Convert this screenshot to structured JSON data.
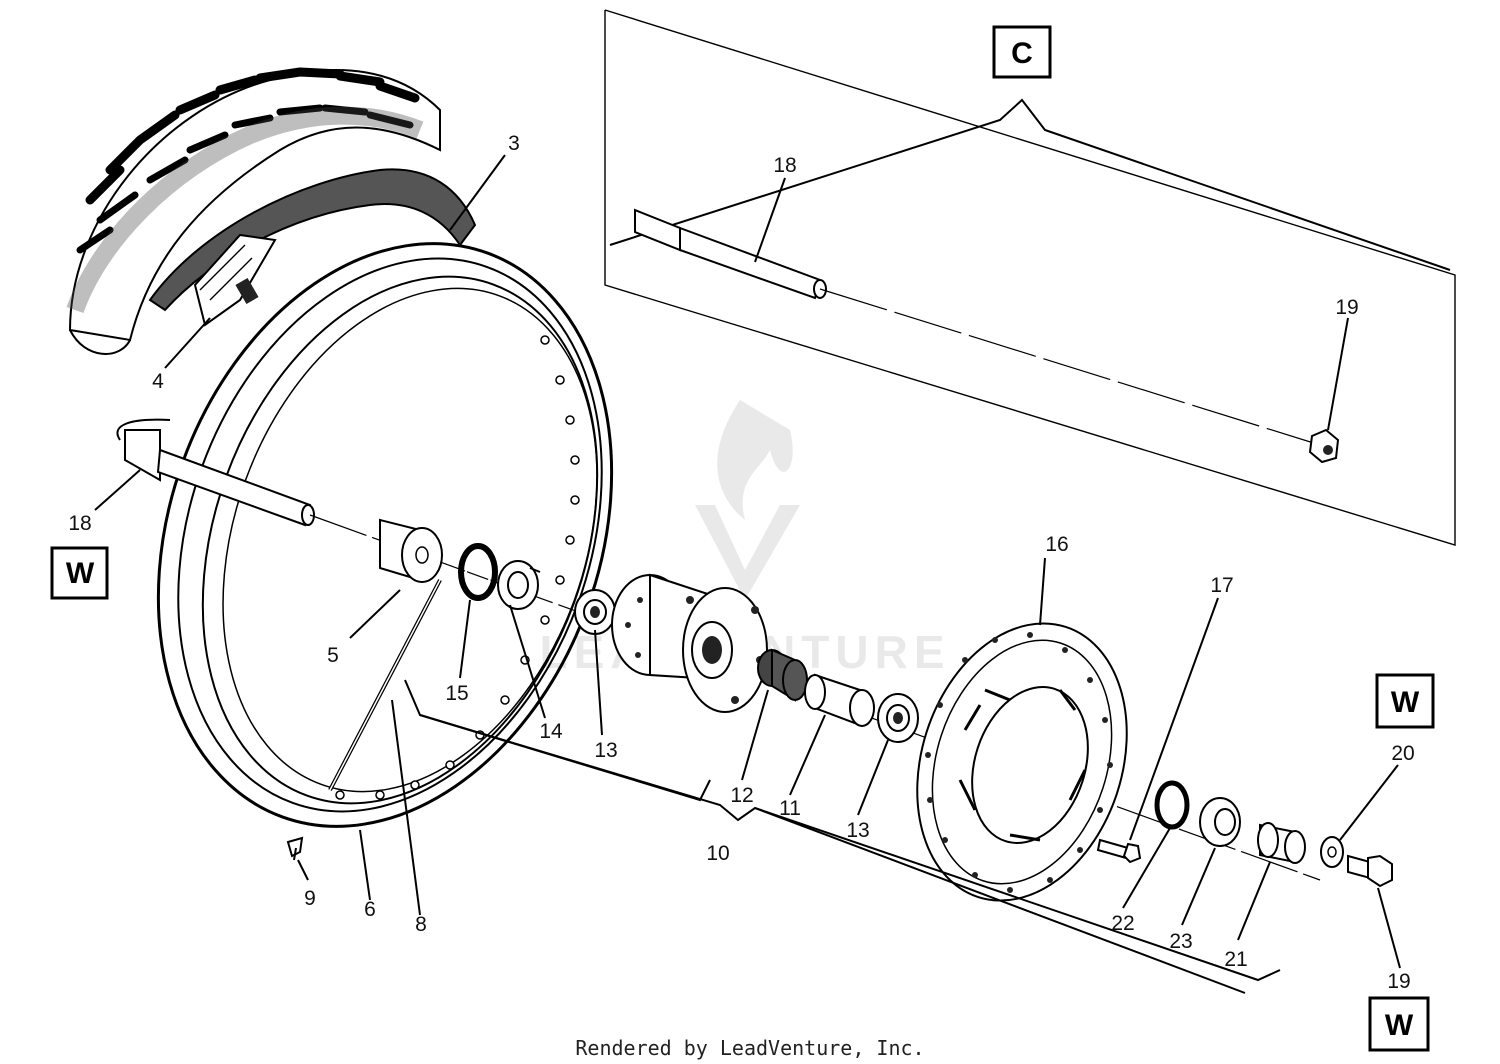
{
  "diagram": {
    "footer": "Rendered by LeadVenture, Inc.",
    "watermark": "LEADVENTURE",
    "boxes": [
      {
        "id": "C",
        "label": "C"
      },
      {
        "id": "W1",
        "label": "W"
      },
      {
        "id": "W2",
        "label": "W"
      },
      {
        "id": "W3",
        "label": "W"
      }
    ],
    "callouts": {
      "c3": "3",
      "c4": "4",
      "c5": "5",
      "c6": "6",
      "c8": "8",
      "c9": "9",
      "c10": "10",
      "c11": "11",
      "c12": "12",
      "c13a": "13",
      "c13b": "13",
      "c14": "14",
      "c15": "15",
      "c16": "16",
      "c17": "17",
      "c18a": "18",
      "c18b": "18",
      "c19a": "19",
      "c19b": "19",
      "c20": "20",
      "c21": "21",
      "c22": "22",
      "c23": "23"
    }
  }
}
